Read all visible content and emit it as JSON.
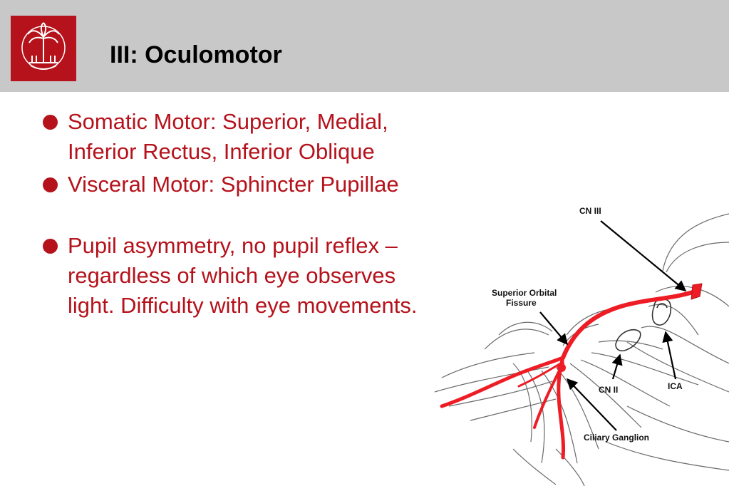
{
  "slide": {
    "title": "III: Oculomotor",
    "logo": {
      "name": "university-seal-logo",
      "color": "#b5121b"
    }
  },
  "bullets": [
    {
      "text": "Somatic Motor: Superior, Medial, Inferior Rectus, Inferior Oblique"
    },
    {
      "text": "Visceral Motor: Sphincter Pupillae"
    },
    {
      "text": "Pupil asymmetry, no pupil reflex – regardless of which eye observes light. Difficulty with eye movements."
    }
  ],
  "diagram": {
    "labels": {
      "cn3": "CN III",
      "sof_line1": "Superior Orbital",
      "sof_line2": "Fissure",
      "cn2": "CN II",
      "ica": "ICA",
      "ciliary": "Ciliary Ganglion"
    },
    "nerve_color": "#ee1c24"
  },
  "colors": {
    "header_bg": "#c8c8c8",
    "accent": "#b5121b"
  }
}
